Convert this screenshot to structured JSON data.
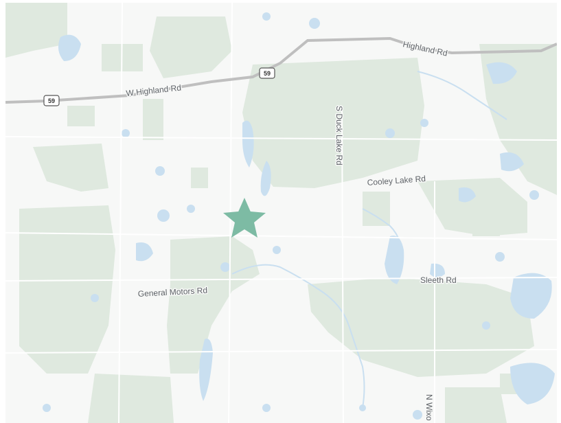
{
  "map": {
    "colors": {
      "land": "#f7f8f7",
      "park": "#dfe9df",
      "water": "#c9dff0",
      "highway": "#bfbfbf",
      "minor_road": "#ffffff",
      "marker": "#7dbba4"
    },
    "road_labels": {
      "w_highland": "W Highland Rd",
      "highland": "Highland Rd",
      "s_duck_lake": "S Duck Lake Rd",
      "cooley_lake": "Cooley Lake Rd",
      "sleeth": "Sleeth Rd",
      "general_motors": "General Motors Rd",
      "n_wixom": "N Wixo"
    },
    "shields": {
      "route_59_west": "59",
      "route_59_center": "59"
    },
    "marker": {
      "icon": "star-icon"
    }
  }
}
